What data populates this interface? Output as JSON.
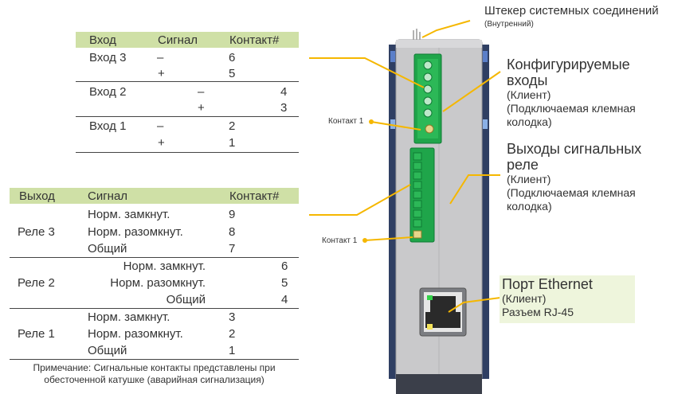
{
  "inputs_table": {
    "headers": [
      "Вход",
      "Сигнал",
      "Контакт#"
    ],
    "groups": [
      {
        "name": "Вход 3",
        "rows": [
          {
            "signal": "–",
            "contact": "6"
          },
          {
            "signal": "+",
            "contact": "5"
          }
        ]
      },
      {
        "name": "Вход 2",
        "rows": [
          {
            "signal": "–",
            "contact": "4"
          },
          {
            "signal": "+",
            "contact": "3"
          }
        ]
      },
      {
        "name": "Вход 1",
        "rows": [
          {
            "signal": "–",
            "contact": "2"
          },
          {
            "signal": "+",
            "contact": "1"
          }
        ]
      }
    ]
  },
  "outputs_table": {
    "headers": [
      "Выход",
      "Сигнал",
      "Контакт#"
    ],
    "groups": [
      {
        "name": "Реле 3",
        "rows": [
          {
            "signal": "Норм. замкнут.",
            "contact": "9"
          },
          {
            "signal": "Норм. разомкнут.",
            "contact": "8"
          },
          {
            "signal": "Общий",
            "contact": "7"
          }
        ]
      },
      {
        "name": "Реле 2",
        "rows": [
          {
            "signal": "Норм. замкнут.",
            "contact": "6"
          },
          {
            "signal": "Норм. разомкнут.",
            "contact": "5"
          },
          {
            "signal": "Общий",
            "contact": "4"
          }
        ]
      },
      {
        "name": "Реле 1",
        "rows": [
          {
            "signal": "Норм. замкнут.",
            "contact": "3"
          },
          {
            "signal": "Норм. разомкнут.",
            "contact": "2"
          },
          {
            "signal": "Общий",
            "contact": "1"
          }
        ]
      }
    ]
  },
  "note": {
    "line1": "Примечание: Сигнальные контакты представлены при",
    "line2": "обесточенной катушке (аварийная сигнализация)"
  },
  "callouts": {
    "system_connector": {
      "title": "Штекер системных соединений",
      "sub": "(Внутренний)"
    },
    "config_inputs": {
      "title1": "Конфигурируемые",
      "title2": "входы",
      "sub1": "(Клиент)",
      "sub2": "(Подключаемая клемная",
      "sub3": "колодка)"
    },
    "relay_outputs": {
      "title1": "Выходы сигнальных",
      "title2": "реле",
      "sub1": "(Клиент)",
      "sub2": "(Подключаемая клемная",
      "sub3": "колодка)"
    },
    "ethernet": {
      "title": "Порт Ethernet",
      "sub1": "(Клиент)",
      "sub2": "Разъем RJ-45"
    },
    "contact1_inputs": "Контакт 1",
    "contact1_relays": "Контакт 1"
  },
  "colors": {
    "header_green": "#cfe0a6",
    "callout_yellow": "#f5b700",
    "terminal_green": "#1fa54a",
    "device_gray": "#c9c9cb",
    "ethernet_box": "#eef5dc"
  }
}
